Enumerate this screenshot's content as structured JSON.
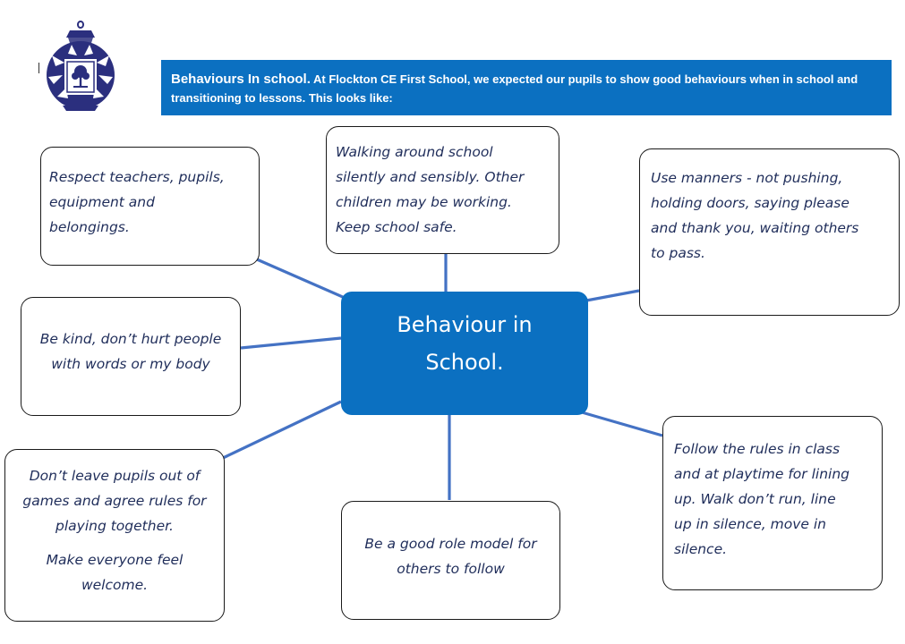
{
  "banner": {
    "title": "Behaviours In school.",
    "text": "At Flockton CE First School, we expected our pupils to show good behaviours when in school and transitioning to lessons.  This looks like:"
  },
  "center": {
    "line1": "Behaviour in",
    "line2": "School."
  },
  "boxes": {
    "respect": {
      "lines": [
        "Respect teachers, pupils,",
        "equipment and",
        "belongings."
      ]
    },
    "walking": {
      "lines": [
        "Walking around school",
        "silently and sensibly. Other",
        "children may be working.",
        "Keep school safe."
      ]
    },
    "manners": {
      "lines": [
        "Use manners - not pushing,",
        "holding doors, saying please",
        "and thank you, waiting others",
        "to pass."
      ]
    },
    "kind": {
      "lines": [
        "Be kind, don’t hurt people",
        "with words or my body"
      ]
    },
    "rules": {
      "lines": [
        "Follow the rules in class",
        "and at playtime for lining",
        "up.  Walk don’t run, line",
        "up in silence, move in",
        "silence."
      ]
    },
    "include": {
      "lines": [
        "Don’t leave pupils out of",
        "games and agree rules for",
        "playing together."
      ],
      "lines2": [
        "Make everyone feel",
        "welcome."
      ]
    },
    "role_model": {
      "lines": [
        "Be a good role model for",
        "others to follow"
      ]
    }
  },
  "colors": {
    "brand_blue": "#0b70c1",
    "connector": "#4472c4",
    "text_navy": "#1f2d5a",
    "logo_navy": "#2b2f7e"
  }
}
